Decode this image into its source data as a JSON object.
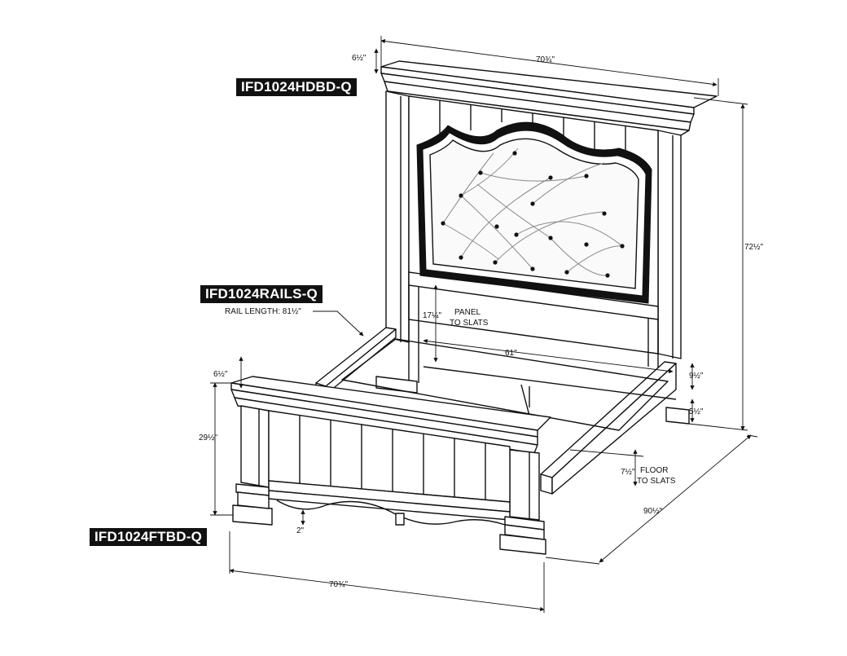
{
  "labels": {
    "headboard": "IFD1024HDBD-Q",
    "rails": "IFD1024RAILS-Q",
    "footboard": "IFD1024FTBD-Q"
  },
  "notes": {
    "rail_length": "RAIL LENGTH: 81½\"",
    "panel_to_slats_line1": "PANEL",
    "panel_to_slats_line2": "TO SLATS",
    "floor_to_slats_line1": "FLOOR",
    "floor_to_slats_line2": "TO SLATS"
  },
  "dimensions": {
    "headboard_top_thickness": "6½\"",
    "headboard_width": "70¾\"",
    "headboard_height": "72½\"",
    "panel_to_slats": "17¼\"",
    "inner_width": "61\"",
    "rail_height": "9½\"",
    "rail_bottom_offset": "5½\"",
    "floor_to_slats": "7½\"",
    "overall_length": "90½\"",
    "footboard_top_thickness": "6½\"",
    "footboard_height": "29½\"",
    "footboard_apron": "2\"",
    "footboard_width": "70¾\""
  },
  "colors": {
    "line": "#111111",
    "label_bg": "#111111",
    "label_text": "#ffffff",
    "tuft_line": "#8a8a8a"
  }
}
